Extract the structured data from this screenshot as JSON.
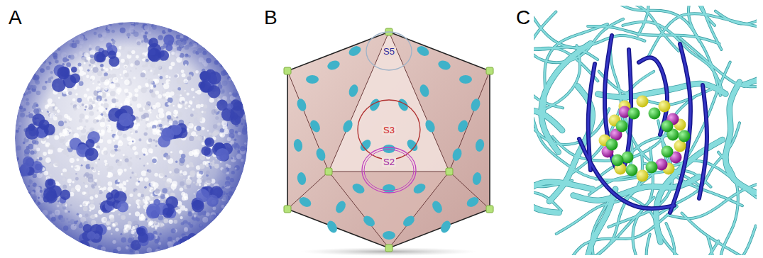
{
  "diagram": {
    "nodes": [
      {
        "text": [
          "S5"
        ]
      },
      {
        "text": [
          "S3"
        ]
      },
      {
        "text": [
          "S2"
        ]
      }
    ],
    "labels": [
      "A",
      "B",
      "C"
    ]
  }
}
